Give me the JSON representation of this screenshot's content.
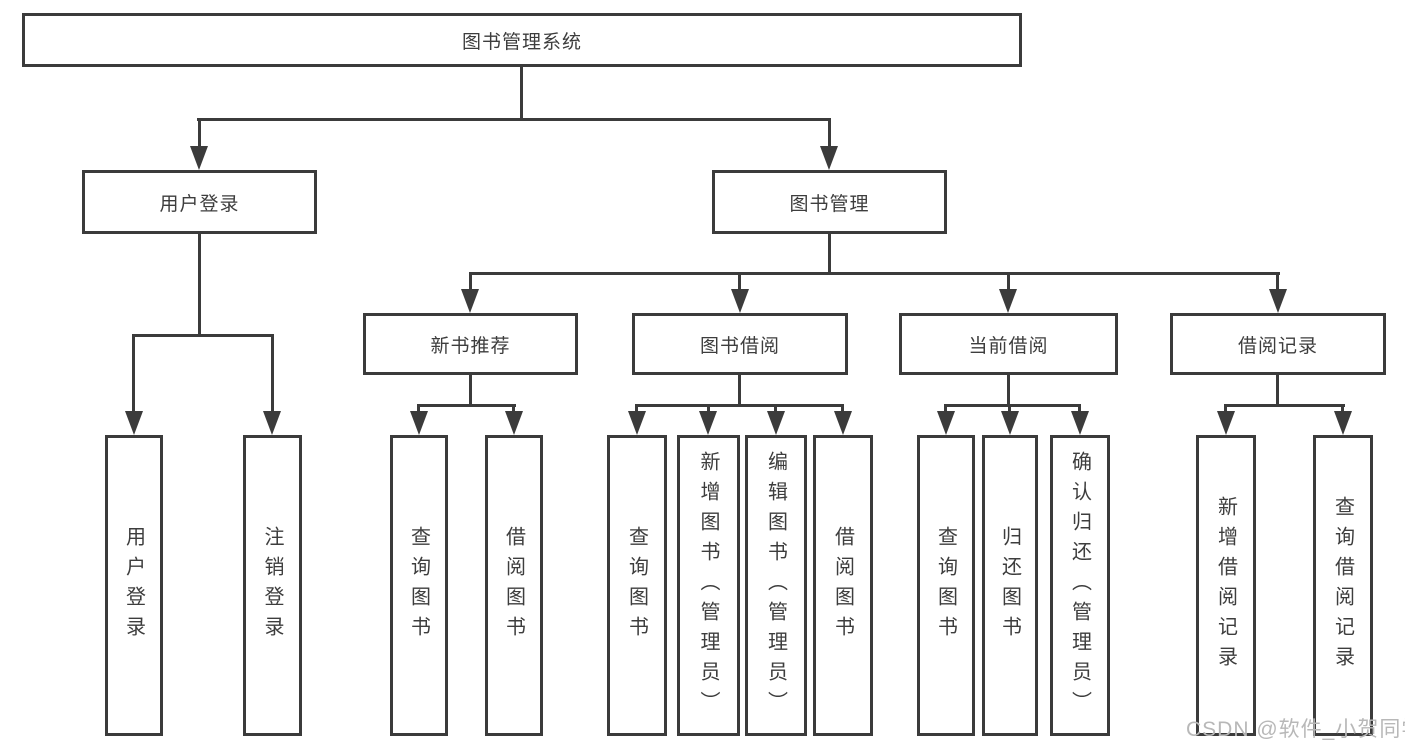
{
  "diagram": {
    "title": "图书管理系统",
    "level2": {
      "user_login": "用户登录",
      "book_mgmt": "图书管理"
    },
    "level3": {
      "new_book": "新书推荐",
      "book_borrow": "图书借阅",
      "current_borrow": "当前借阅",
      "borrow_record": "借阅记录"
    },
    "leaves": {
      "user_login": [
        "用户登录",
        "注销登录"
      ],
      "new_book": [
        "查询图书",
        "借阅图书"
      ],
      "book_borrow": [
        "查询图书",
        "新增图书（管理员）",
        "编辑图书（管理员）",
        "借阅图书"
      ],
      "current_borrow": [
        "查询图书",
        "归还图书",
        "确认归还（管理员）"
      ],
      "borrow_record": [
        "新增借阅记录",
        "查询借阅记录"
      ]
    },
    "colors": {
      "line": "#3b3b3b",
      "text": "#3d3d3d",
      "background": "#ffffff",
      "watermark": "#b8b8b8"
    }
  },
  "watermark": "CSDN @软件_小贺同学"
}
